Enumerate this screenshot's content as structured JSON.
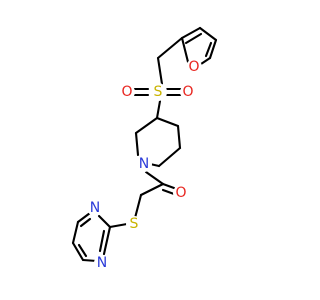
{
  "structure": {
    "colors": {
      "bond": "#000000",
      "O": "#e8251f",
      "S": "#c9b400",
      "N": "#2b3bd9"
    },
    "atom_labels": {
      "furan_oxygen": "O",
      "sulfonyl_sulfur": "S",
      "sulfonyl_oxygen_left": "O",
      "sulfonyl_oxygen_right": "O",
      "piperidine_nitrogen": "N",
      "carbonyl_oxygen": "O",
      "thioether_sulfur": "S",
      "pyrimidine_nitrogen_top": "N",
      "pyrimidine_nitrogen_bottom": "N"
    }
  }
}
